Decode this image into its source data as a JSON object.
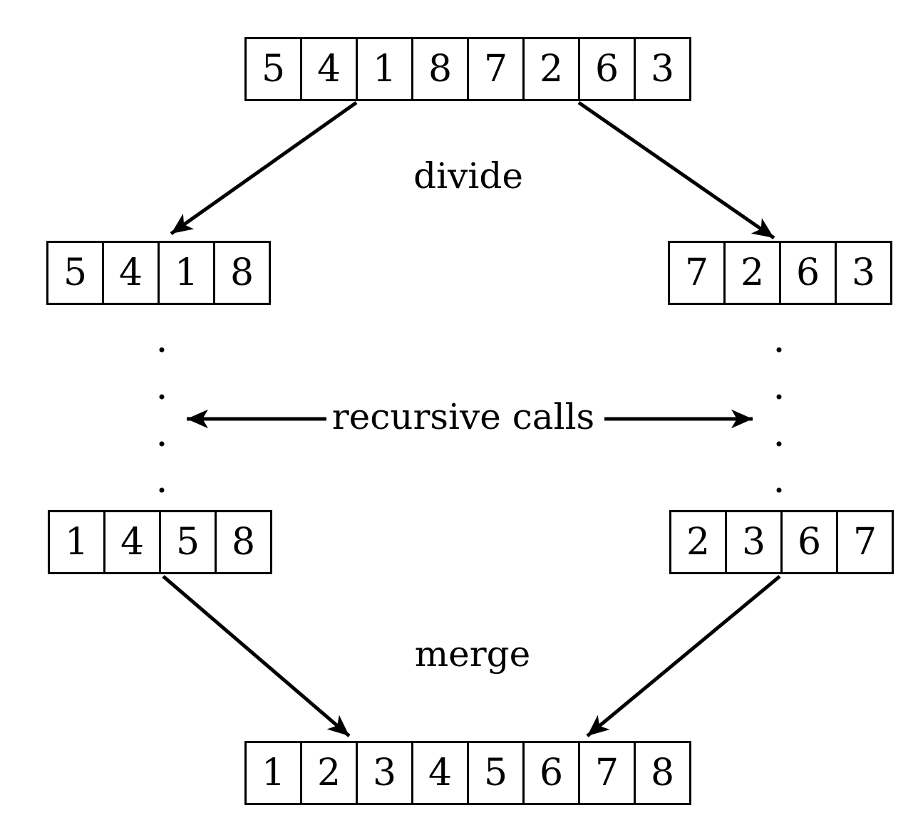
{
  "diagram": {
    "description": "merge sort divide and conquer diagram"
  },
  "labels": {
    "divide": "divide",
    "recursive_calls": "recursive calls",
    "merge": "merge"
  },
  "arrays": {
    "input": [
      "5",
      "4",
      "1",
      "8",
      "7",
      "2",
      "6",
      "3"
    ],
    "left_half": [
      "5",
      "4",
      "1",
      "8"
    ],
    "right_half": [
      "7",
      "2",
      "6",
      "3"
    ],
    "left_sorted": [
      "1",
      "4",
      "5",
      "8"
    ],
    "right_sorted": [
      "2",
      "3",
      "6",
      "7"
    ],
    "merged": [
      "1",
      "2",
      "3",
      "4",
      "5",
      "6",
      "7",
      "8"
    ]
  },
  "colors": {
    "ink": "#000000",
    "background": "#ffffff"
  }
}
